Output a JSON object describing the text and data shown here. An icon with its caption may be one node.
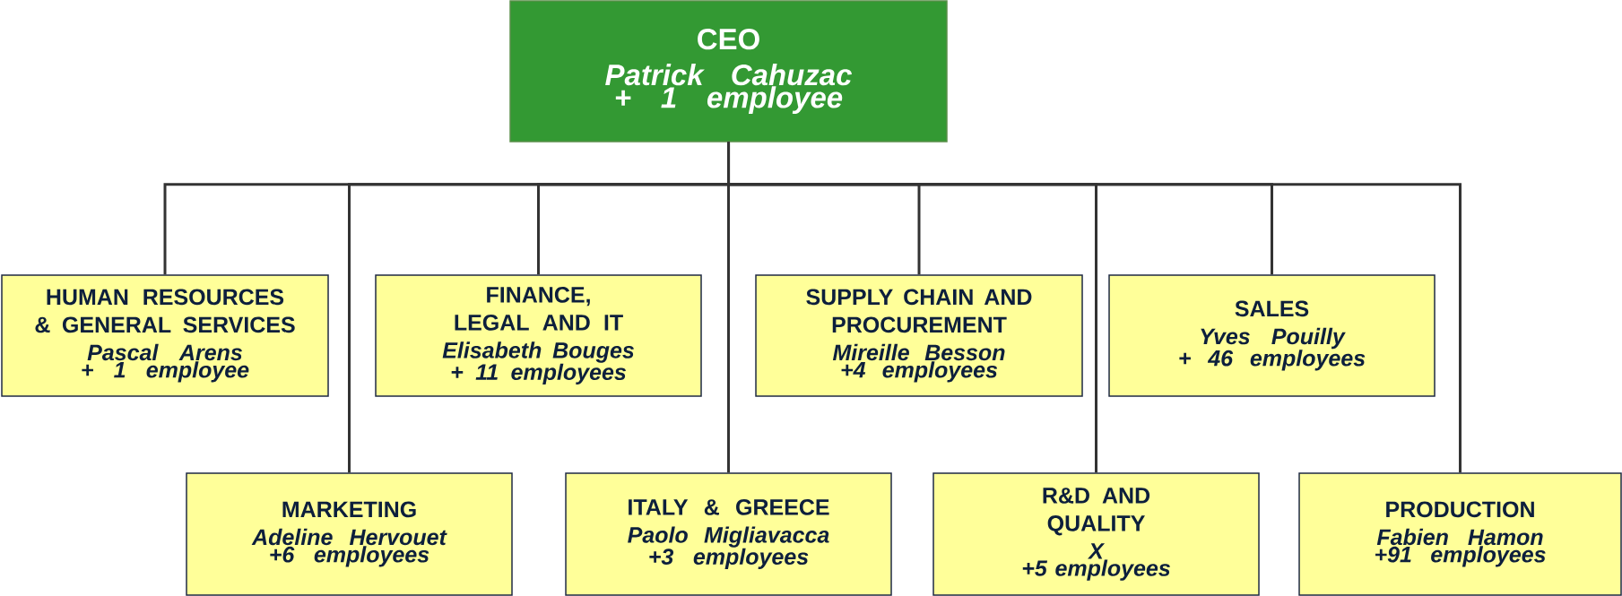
{
  "diagram": {
    "nodes": [
      {
        "text": [
          "CEO",
          "Patrick Cahuzac",
          "+ 1 employee"
        ]
      },
      {
        "text": [
          "HUMAN RESOURCES & GENERAL SERVICES",
          "Pascal Arens",
          "+ 1 employee"
        ]
      },
      {
        "text": [
          "MARKETING",
          "Adeline Hervouet",
          "+6 employees"
        ]
      },
      {
        "text": [
          "FINANCE, LEGAL AND IT",
          "Elisabeth Bouges",
          "+ 11 employees"
        ]
      },
      {
        "text": [
          "ITALY & GREECE",
          "Paolo Migliavacca",
          "+3 employees"
        ]
      },
      {
        "text": [
          "SUPPLY CHAIN AND PROCUREMENT",
          "Mireille Besson",
          "+4 employees"
        ]
      },
      {
        "text": [
          "R&D AND QUALITY",
          "X",
          "+5 employees"
        ]
      },
      {
        "text": [
          "SALES",
          "Yves Pouilly",
          "+ 46 employees"
        ]
      },
      {
        "text": [
          "PRODUCTION",
          "Fabien Hamon",
          "+91 employees"
        ]
      }
    ],
    "edges": [
      {
        "from": 0,
        "to": 1,
        "arrow": "none"
      },
      {
        "from": 0,
        "to": 2,
        "arrow": "none"
      },
      {
        "from": 0,
        "to": 3,
        "arrow": "none"
      },
      {
        "from": 0,
        "to": 4,
        "arrow": "none"
      },
      {
        "from": 0,
        "to": 5,
        "arrow": "none"
      },
      {
        "from": 0,
        "to": 6,
        "arrow": "none"
      },
      {
        "from": 0,
        "to": 7,
        "arrow": "none"
      },
      {
        "from": 0,
        "to": 8,
        "arrow": "none"
      }
    ]
  }
}
